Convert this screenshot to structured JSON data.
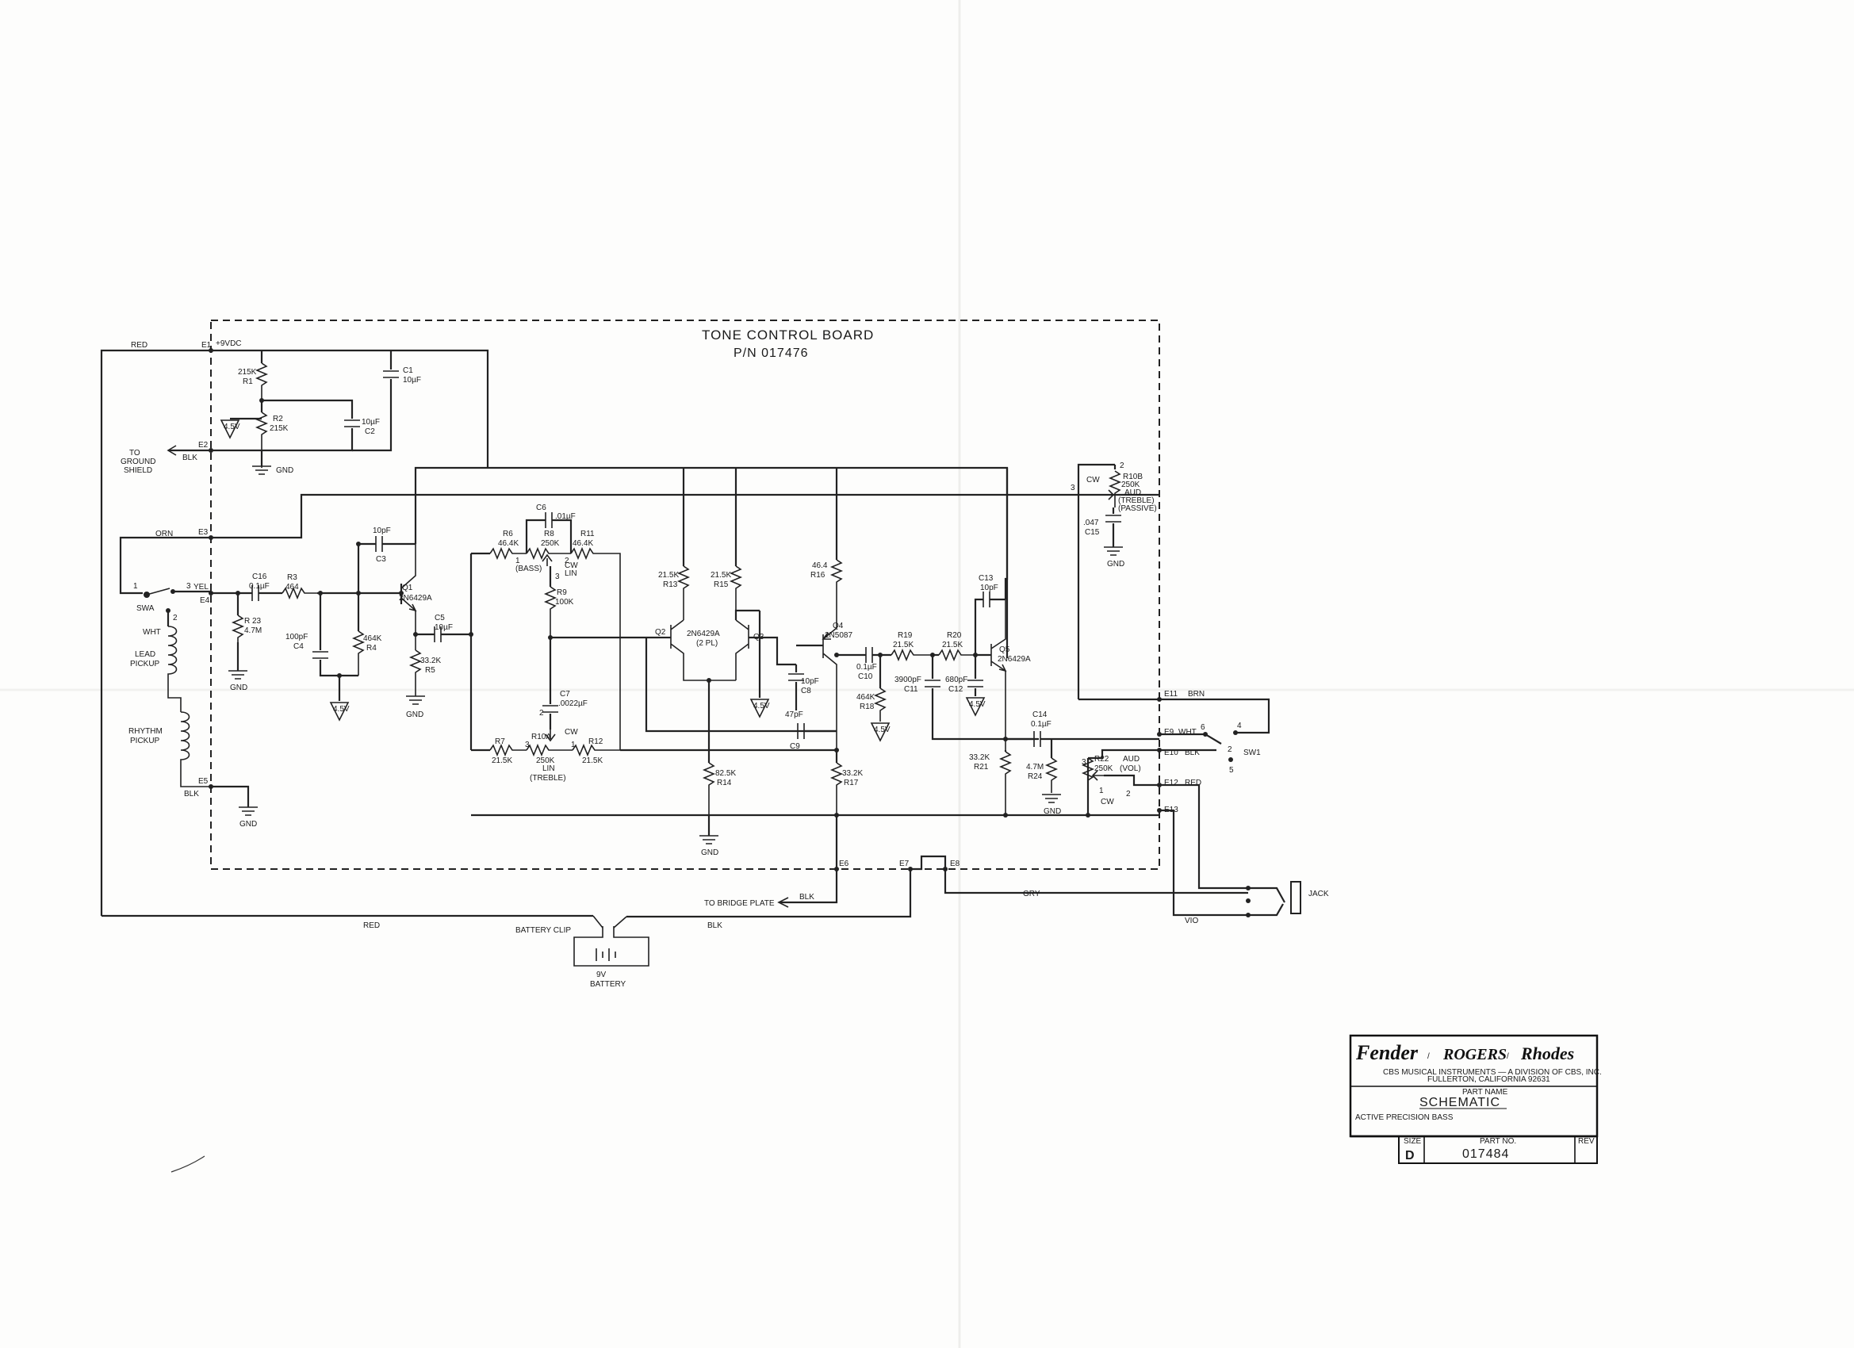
{
  "board": {
    "title": "TONE CONTROL BOARD",
    "part_number": "P/N 017476"
  },
  "terminals": {
    "e1": "E1",
    "e2": "E2",
    "e3": "E3",
    "e4": "E4",
    "e5": "E5",
    "e6": "E6",
    "e7": "E7",
    "e8": "E8",
    "e9": "E9",
    "e10": "E10",
    "e11": "E11",
    "e12": "E12",
    "e13": "E13"
  },
  "supply": "+9VDC",
  "wires": {
    "red_top": "RED",
    "blk_e2": "BLK",
    "orn": "ORN",
    "yel": "YEL",
    "wht_pickup": "WHT",
    "blk_e5": "BLK",
    "red_bottom": "RED",
    "blk_bottom": "BLK",
    "blk_bridge": "BLK",
    "gry": "GRY",
    "vio": "VIO",
    "brn": "BRN",
    "wht_e9": "WHT",
    "blk_e10": "BLK",
    "red_e12": "RED"
  },
  "labels": {
    "ground_shield": [
      "TO",
      "GROUND",
      "SHIELD"
    ],
    "bridge_plate": "TO BRIDGE PLATE",
    "battery_clip": "BATTERY CLIP",
    "battery": [
      "9V",
      "BATTERY"
    ],
    "jack": "JACK",
    "lead_pickup": [
      "LEAD",
      "PICKUP"
    ],
    "rhythm_pickup": [
      "RHYTHM",
      "PICKUP"
    ],
    "sw_a": "SWA",
    "sw_1": "SW1",
    "gnd": "GND",
    "cw": "CW",
    "lin": "LIN",
    "bass": "(BASS)",
    "treble": "(TREBLE)",
    "v45": "4.5V"
  },
  "components": {
    "r1": [
      "215K",
      "R1"
    ],
    "r2": [
      "R2",
      "215K"
    ],
    "c1": [
      "C1",
      "10µF"
    ],
    "c2": [
      "10µF",
      "C2"
    ],
    "c16": [
      "C16",
      "0.1µF"
    ],
    "r3": [
      "R3",
      "464"
    ],
    "r23": [
      "R 23",
      "4.7M"
    ],
    "c4": [
      "100pF",
      "C4"
    ],
    "r4": [
      "464K",
      "R4"
    ],
    "c3": [
      "10pF",
      "C3"
    ],
    "q1": [
      "Q1",
      "2N6429A"
    ],
    "c5": [
      "C5",
      "10µF"
    ],
    "r5": [
      "33.2K",
      "R5"
    ],
    "c6": [
      "C6",
      ".01µF"
    ],
    "r6": [
      "R6",
      "46.4K"
    ],
    "r8": [
      "R8",
      "250K"
    ],
    "r11": [
      "R11",
      "46.4K"
    ],
    "r9": [
      "R9",
      "100K"
    ],
    "c7": [
      "C7",
      ".0022µF"
    ],
    "r7": [
      "R7",
      "21.5K"
    ],
    "r10a": [
      "R10A",
      "250K",
      "LIN"
    ],
    "r12": [
      "R12",
      "21.5K"
    ],
    "r13": [
      "21.5K",
      "R13"
    ],
    "r15": [
      "21.5K",
      "R15"
    ],
    "q2": "Q2",
    "q3": "Q3",
    "q23": [
      "2N6429A",
      "(2 PL)"
    ],
    "r16": [
      "46.4",
      "R16"
    ],
    "q4": [
      "Q4",
      "2N5087"
    ],
    "c8": [
      "10pF",
      "C8"
    ],
    "c9": [
      "47pF",
      "C9"
    ],
    "r14": [
      "82.5K",
      "R14"
    ],
    "r17": [
      "33.2K",
      "R17"
    ],
    "c10": [
      "0.1µF",
      "C10"
    ],
    "r18": [
      "464K",
      "R18"
    ],
    "r19": [
      "R19",
      "21.5K"
    ],
    "r20": [
      "R20",
      "21.5K"
    ],
    "c11": [
      "3900pF",
      "C11"
    ],
    "c12": [
      "680pF",
      "C12"
    ],
    "c13": [
      "C13",
      "10pF"
    ],
    "q5": [
      "Q5",
      "2N6429A"
    ],
    "c14": [
      "C14",
      "0.1µF"
    ],
    "r21": [
      "33.2K",
      "R21"
    ],
    "r24": [
      "4.7M",
      "R24"
    ],
    "r22": [
      "R22",
      "250K",
      "AUD",
      "(VOL)"
    ],
    "r10b": [
      "R10B",
      "250K",
      "AUD",
      "(TREBLE)",
      "(PASSIVE)"
    ],
    "c15": [
      ".047",
      "C15"
    ]
  },
  "pins": [
    "1",
    "2",
    "3",
    "1",
    "2",
    "3",
    "2",
    "3",
    "1",
    "2",
    "3",
    "4",
    "5",
    "6",
    "3",
    "1",
    "2",
    "2",
    "3"
  ],
  "title_block": {
    "brand_fender": "Fender",
    "brand_rogers": "ROGERS",
    "brand_rhodes": "Rhodes",
    "company": "CBS MUSICAL INSTRUMENTS — A DIVISION OF CBS, INC.",
    "location": "FULLERTON, CALIFORNIA 92631",
    "part_name_label": "PART NAME",
    "part_name": "SCHEMATIC",
    "description": "ACTIVE  PRECISION  BASS",
    "size_label": "SIZE",
    "size": "D",
    "part_no_label": "PART NO.",
    "part_no": "017484",
    "rev_label": "REV"
  }
}
